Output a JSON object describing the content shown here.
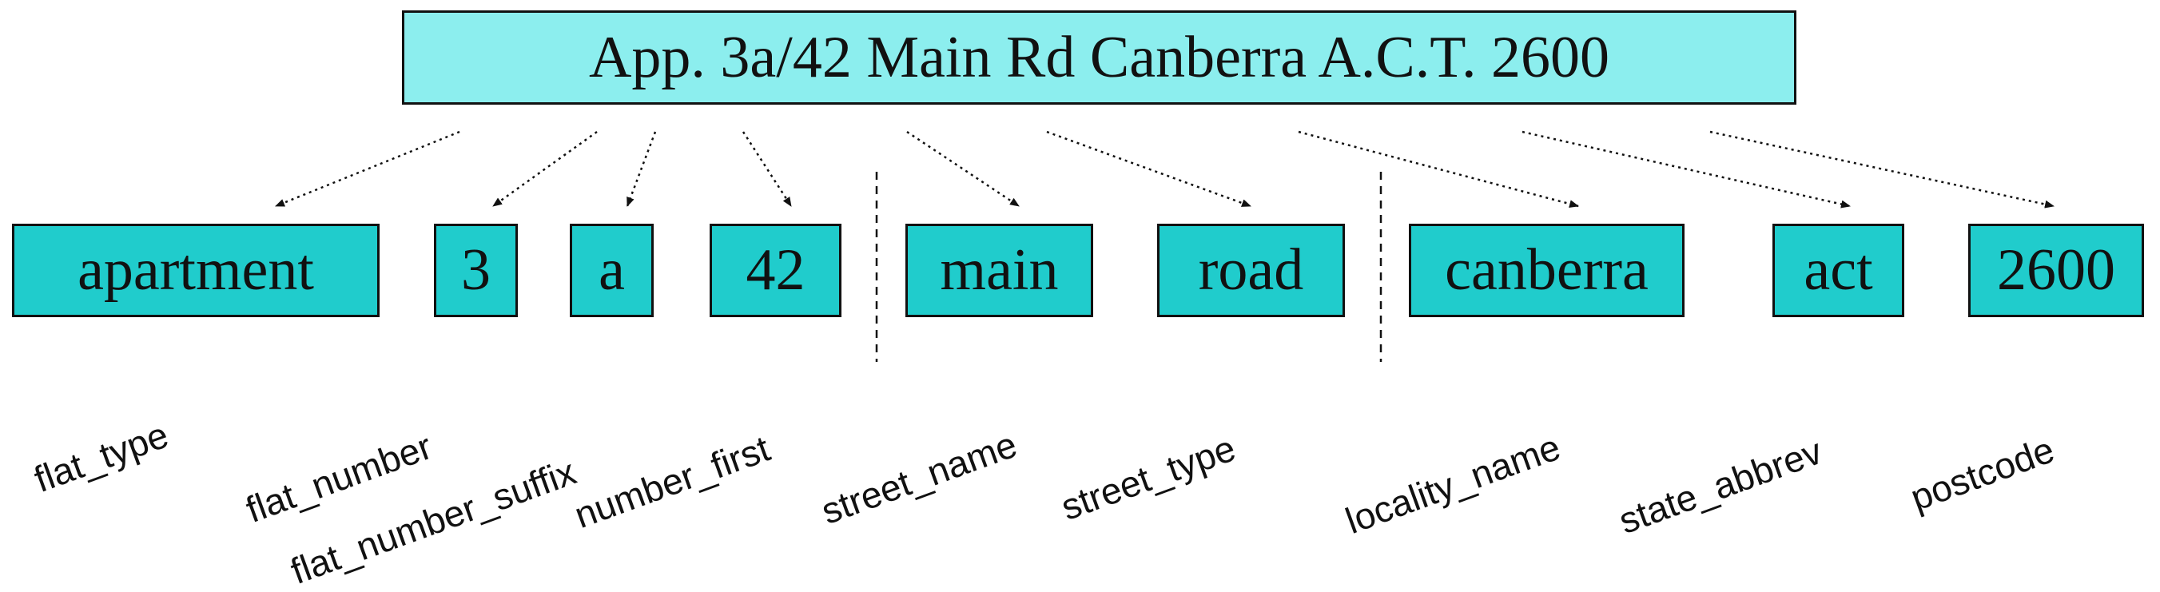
{
  "address": "App. 3a/42 Main Rd Canberra A.C.T. 2600",
  "tokens": [
    {
      "value": "apartment",
      "field": "flat_type"
    },
    {
      "value": "3",
      "field": "flat_number"
    },
    {
      "value": "a",
      "field": "flat_number_suffix"
    },
    {
      "value": "42",
      "field": "number_first"
    },
    {
      "value": "main",
      "field": "street_name"
    },
    {
      "value": "road",
      "field": "street_type"
    },
    {
      "value": "canberra",
      "field": "locality_name"
    },
    {
      "value": "act",
      "field": "state_abbrev"
    },
    {
      "value": "2600",
      "field": "postcode"
    }
  ],
  "colors": {
    "address_fill": "#8ceeee",
    "token_fill": "#20cccc",
    "line": "#111111"
  }
}
